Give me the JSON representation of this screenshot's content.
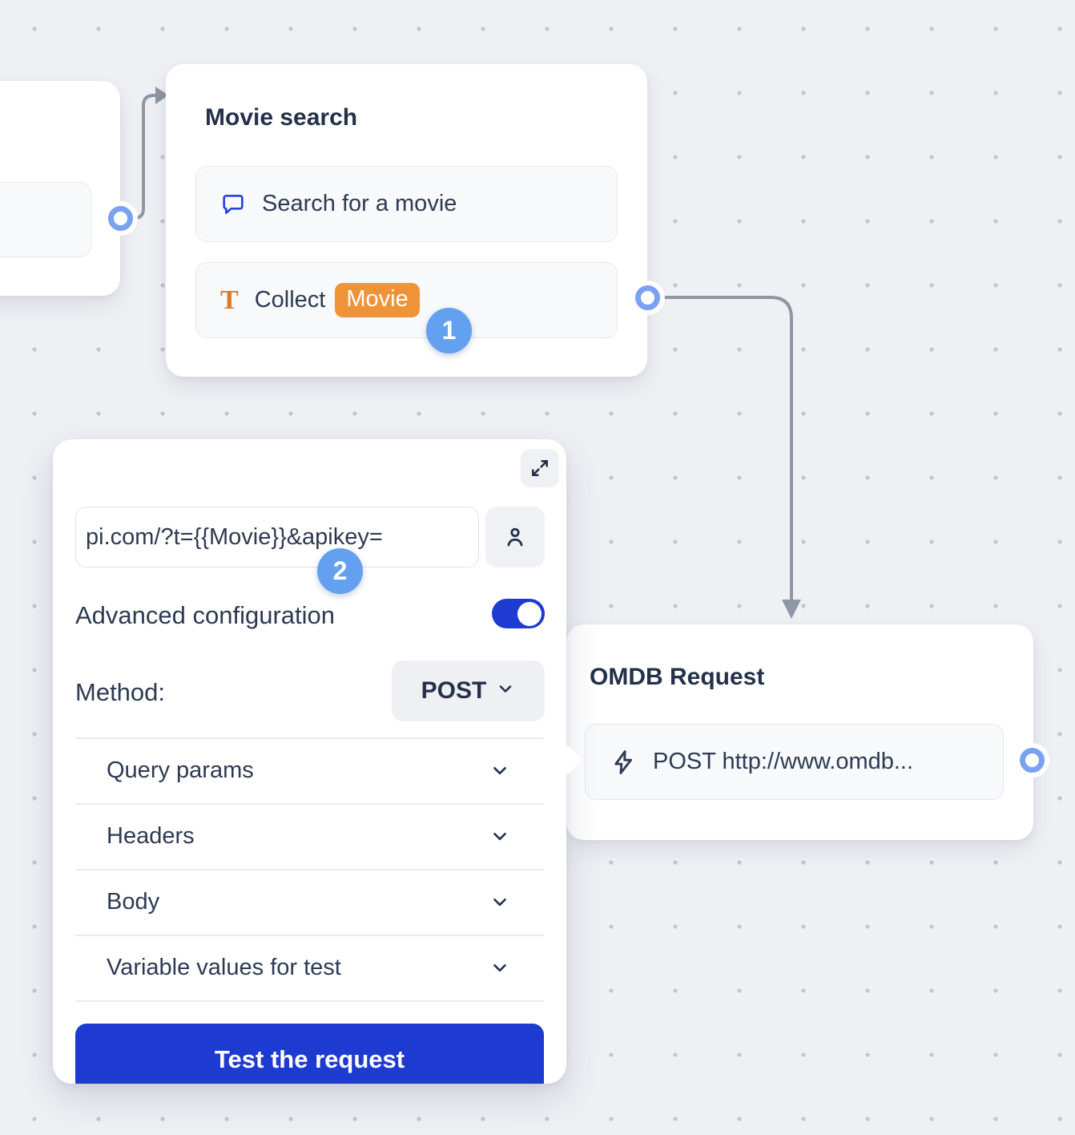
{
  "movie_search_node": {
    "title": "Movie search",
    "items": [
      {
        "icon": "chat-bubble-icon",
        "label": "Search for a movie"
      },
      {
        "icon": "text-input-icon",
        "label": "Collect",
        "variable_chip": "Movie"
      }
    ],
    "step_badge": "1"
  },
  "webhook_panel": {
    "url_input": {
      "value": "pi.com/?t={{Movie}}&apikey="
    },
    "step_badge": "2",
    "advanced_configuration_label": "Advanced configuration",
    "advanced_configuration_enabled": true,
    "method_label": "Method:",
    "method_value": "POST",
    "sections": [
      {
        "label": "Query params"
      },
      {
        "label": "Headers"
      },
      {
        "label": "Body"
      },
      {
        "label": "Variable values for test"
      }
    ],
    "test_button_label": "Test the request"
  },
  "omdb_node": {
    "title": "OMDB Request",
    "item": {
      "icon": "lightning-icon",
      "label": "POST http://www.omdb..."
    }
  },
  "colors": {
    "accent_blue": "#1d3bd1",
    "badge_blue": "#63a0ef",
    "port_ring_blue": "#7ba1f3",
    "chip_orange": "#ee9338",
    "connector_gray": "#8f96a4",
    "text_navy": "#2d3a53",
    "canvas_background": "#eef0f4"
  }
}
